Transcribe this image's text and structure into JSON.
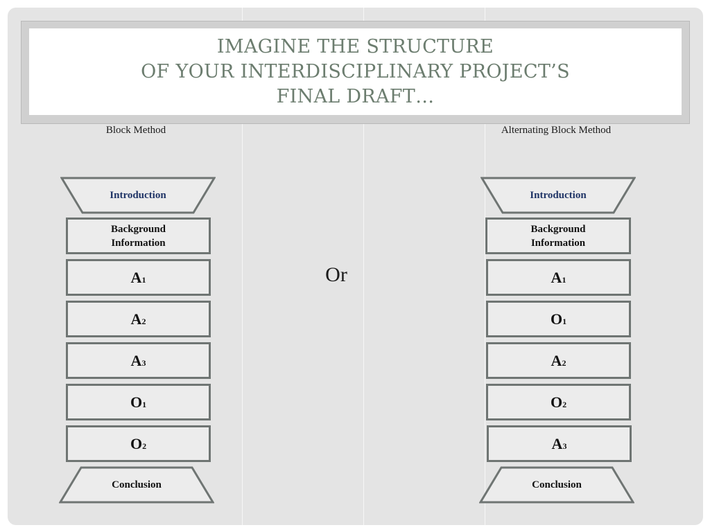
{
  "title": {
    "lines": [
      "IMAGINE THE STRUCTURE",
      "OF YOUR INTERDISCIPLINARY PROJECT’S",
      "FINAL DRAFT…"
    ]
  },
  "separator": "Or",
  "left": {
    "label": "Block Method",
    "introduction": "Introduction",
    "background": "Background\nInformation",
    "items": [
      {
        "letter": "A",
        "index": "1"
      },
      {
        "letter": "A",
        "index": "2"
      },
      {
        "letter": "A",
        "index": "3"
      },
      {
        "letter": "O",
        "index": "1"
      },
      {
        "letter": "O",
        "index": "2"
      }
    ],
    "conclusion": "Conclusion"
  },
  "right": {
    "label": "Alternating Block Method",
    "introduction": "Introduction",
    "background": "Background\nInformation",
    "items": [
      {
        "letter": "A",
        "index": "1"
      },
      {
        "letter": "O",
        "index": "1"
      },
      {
        "letter": "A",
        "index": "2"
      },
      {
        "letter": "O",
        "index": "2"
      },
      {
        "letter": "A",
        "index": "3"
      }
    ],
    "conclusion": "Conclusion"
  }
}
